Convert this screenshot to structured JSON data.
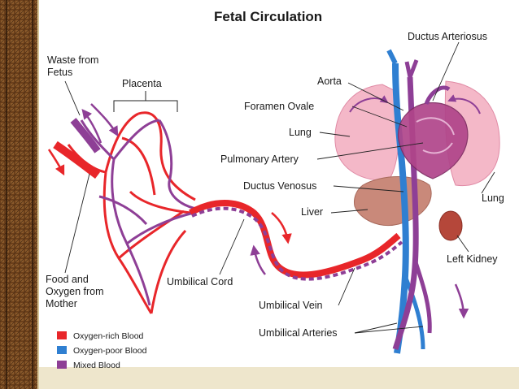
{
  "title": "Fetal Circulation",
  "labels": {
    "ductus_arteriosus": "Ductus Arteriosus",
    "waste_line1": "Waste from",
    "waste_line2": "Fetus",
    "placenta": "Placenta",
    "aorta": "Aorta",
    "foramen_ovale": "Foramen Ovale",
    "lung_left": "Lung",
    "pulmonary_artery": "Pulmonary Artery",
    "ductus_venosus": "Ductus Venosus",
    "liver": "Liver",
    "lung_right": "Lung",
    "left_kidney": "Left Kidney",
    "food_line1": "Food and",
    "food_line2": "Oxygen from",
    "food_line3": "Mother",
    "umbilical_cord": "Umbilical Cord",
    "umbilical_vein": "Umbilical Vein",
    "umbilical_arteries": "Umbilical Arteries"
  },
  "legend": [
    {
      "label": "Oxygen-rich Blood",
      "color": "#e8262a"
    },
    {
      "label": "Oxygen-poor Blood",
      "color": "#2f7fd1"
    },
    {
      "label": "Mixed Blood",
      "color": "#8e3f96"
    }
  ],
  "colors": {
    "oxygen_rich": "#e8262a",
    "oxygen_poor": "#2f7fd1",
    "mixed": "#8e3f96",
    "lung": "#f4b8c8",
    "liver": "#c9897a",
    "heart": "#b0458a",
    "kidney": "#b5473a"
  }
}
